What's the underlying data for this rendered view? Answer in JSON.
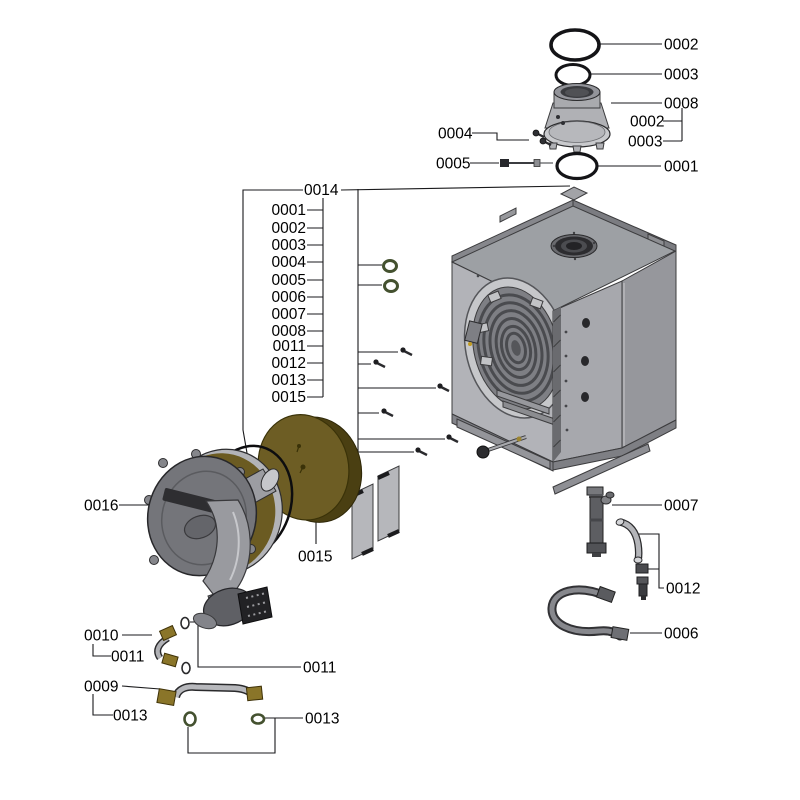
{
  "diagram": {
    "type": "exploded-parts-diagram",
    "colors": {
      "line": "#1a1a1c",
      "casing_gray": "#a7a8ad",
      "insulation_disc_olive": "#6d5d24",
      "brass_fitting": "#8a7529",
      "oring_green": "#44512f",
      "oring_black": "#141417"
    }
  },
  "labels": {
    "top_stack": {
      "oring_large": "0002",
      "oring_small": "0003",
      "flue_collar": "0008",
      "collar_incl_a": "0002",
      "collar_incl_b": "0003",
      "screw_set": "0004",
      "electrode": "0005",
      "oring_base": "0001"
    },
    "assembly": "0014",
    "parts_list": [
      "0001",
      "0002",
      "0003",
      "0004",
      "0005",
      "0006",
      "0007",
      "0008",
      "0011",
      "0012",
      "0013",
      "0015"
    ],
    "fan": "0016",
    "insulation_disc": "0015",
    "siphon": "0007",
    "connection_fittings": "0012",
    "drain_hose": "0006",
    "elbow_pipe": "0010",
    "elbow_oring": "0011",
    "oring_pair_right": "0011",
    "connection_pipe": "0009",
    "pipe_oring": "0013",
    "pipe_oring_pair": "0013"
  }
}
